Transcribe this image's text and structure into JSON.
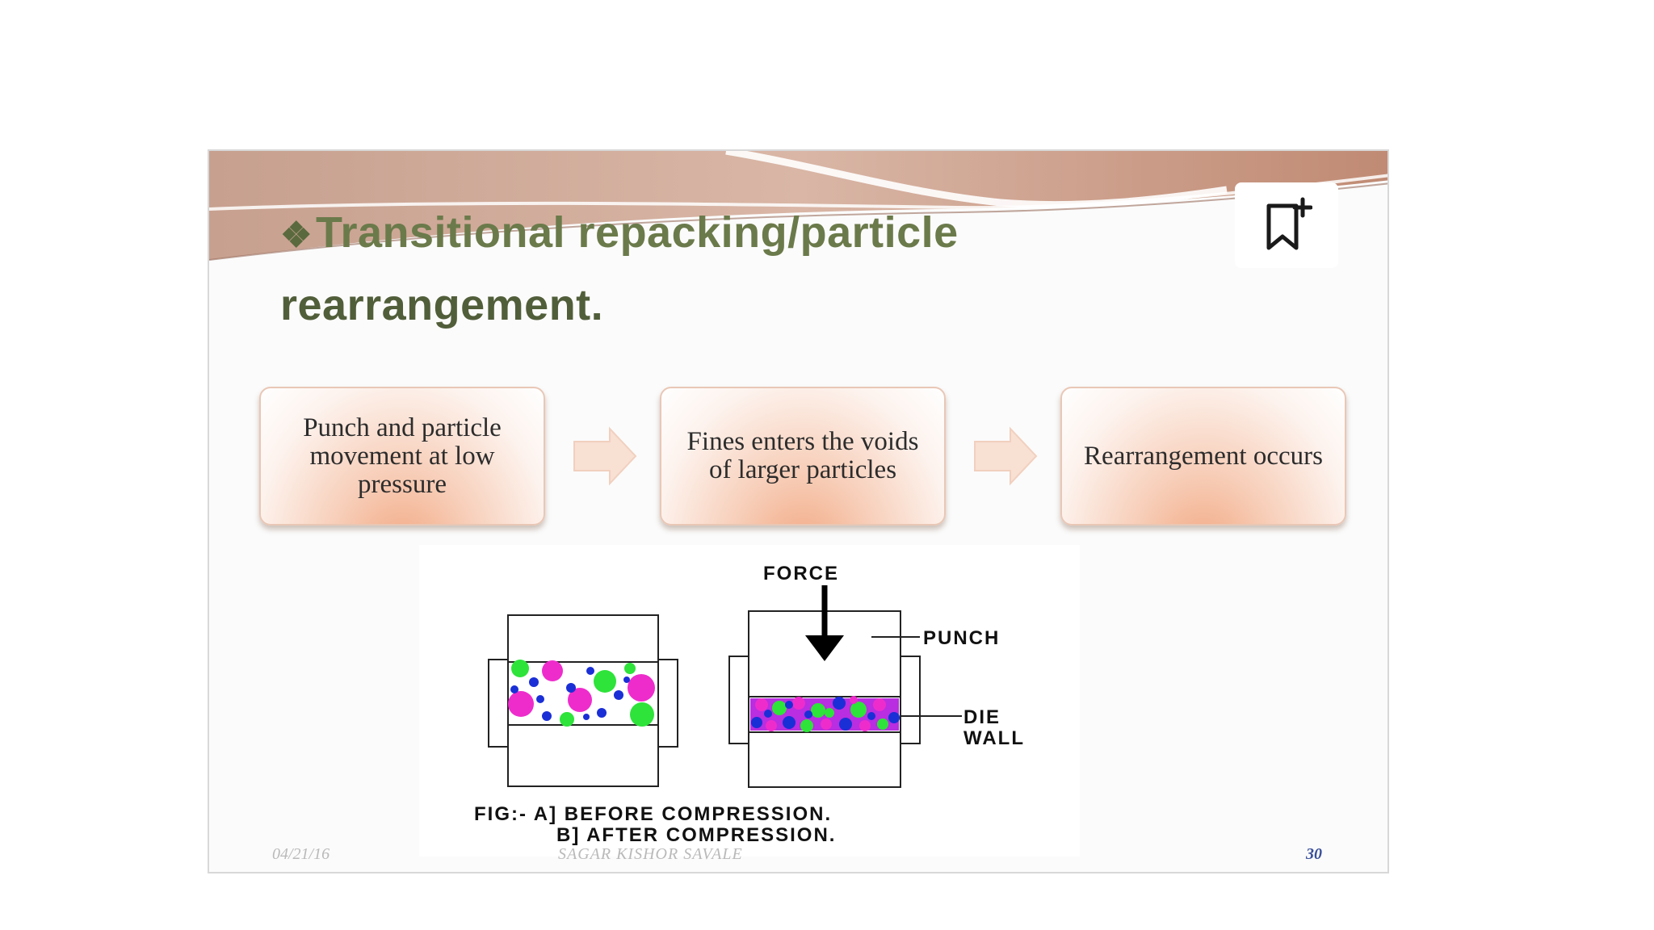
{
  "slide": {
    "title_line1": "Transitional repacking/particle",
    "title_line2": "rearrangement.",
    "bullet_glyph": "❖",
    "process_steps": [
      "Punch and particle movement at low pressure",
      "Fines enters the voids of larger particles",
      "Rearrangement occurs"
    ],
    "figure": {
      "force_label": "FORCE",
      "punch_label": "PUNCH",
      "die_label": "DIE",
      "wall_label": "WALL",
      "caption_line1": "FIG:- A] BEFORE COMPRESSION.",
      "caption_line2": "B] AFTER COMPRESSION."
    },
    "footer": {
      "date": "04/21/16",
      "author": "SAGAR KISHOR SAVALE",
      "page_number": "30"
    }
  },
  "colors": {
    "title": "#6b7a4a",
    "box_accent": "#f2a67f",
    "banner": "#c99a86",
    "particle_magenta": "#ee2ccc",
    "particle_green": "#2ee33a",
    "particle_blue": "#1a2fd6",
    "page_number": "#3a4f9a"
  },
  "icons": {
    "bookmark": "bookmark-add-icon",
    "bullet": "diamond-bullet-icon",
    "arrow": "chevron-arrow-icon"
  }
}
